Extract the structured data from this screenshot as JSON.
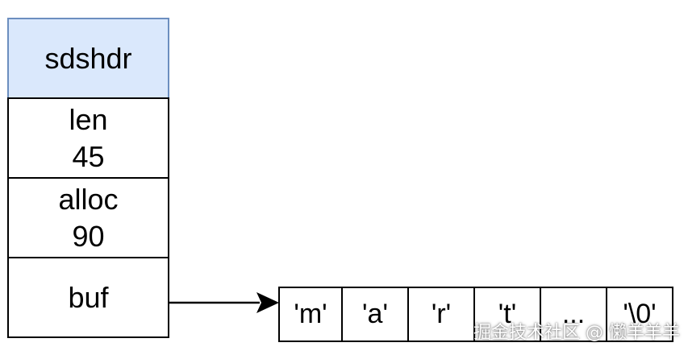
{
  "struct": {
    "title": "sdshdr",
    "fields": [
      {
        "name": "len",
        "value": "45"
      },
      {
        "name": "alloc",
        "value": "90"
      },
      {
        "name": "buf",
        "value": ""
      }
    ]
  },
  "buffer": {
    "cells": [
      "'m'",
      "'a'",
      "'r'",
      "'t'",
      "...",
      "'\\0'"
    ]
  },
  "watermark": "掘金技术社区 @ 懒羊羊羊",
  "colors": {
    "header_fill": "#dae8fc",
    "header_border": "#6c8ebf",
    "line": "#000000"
  }
}
